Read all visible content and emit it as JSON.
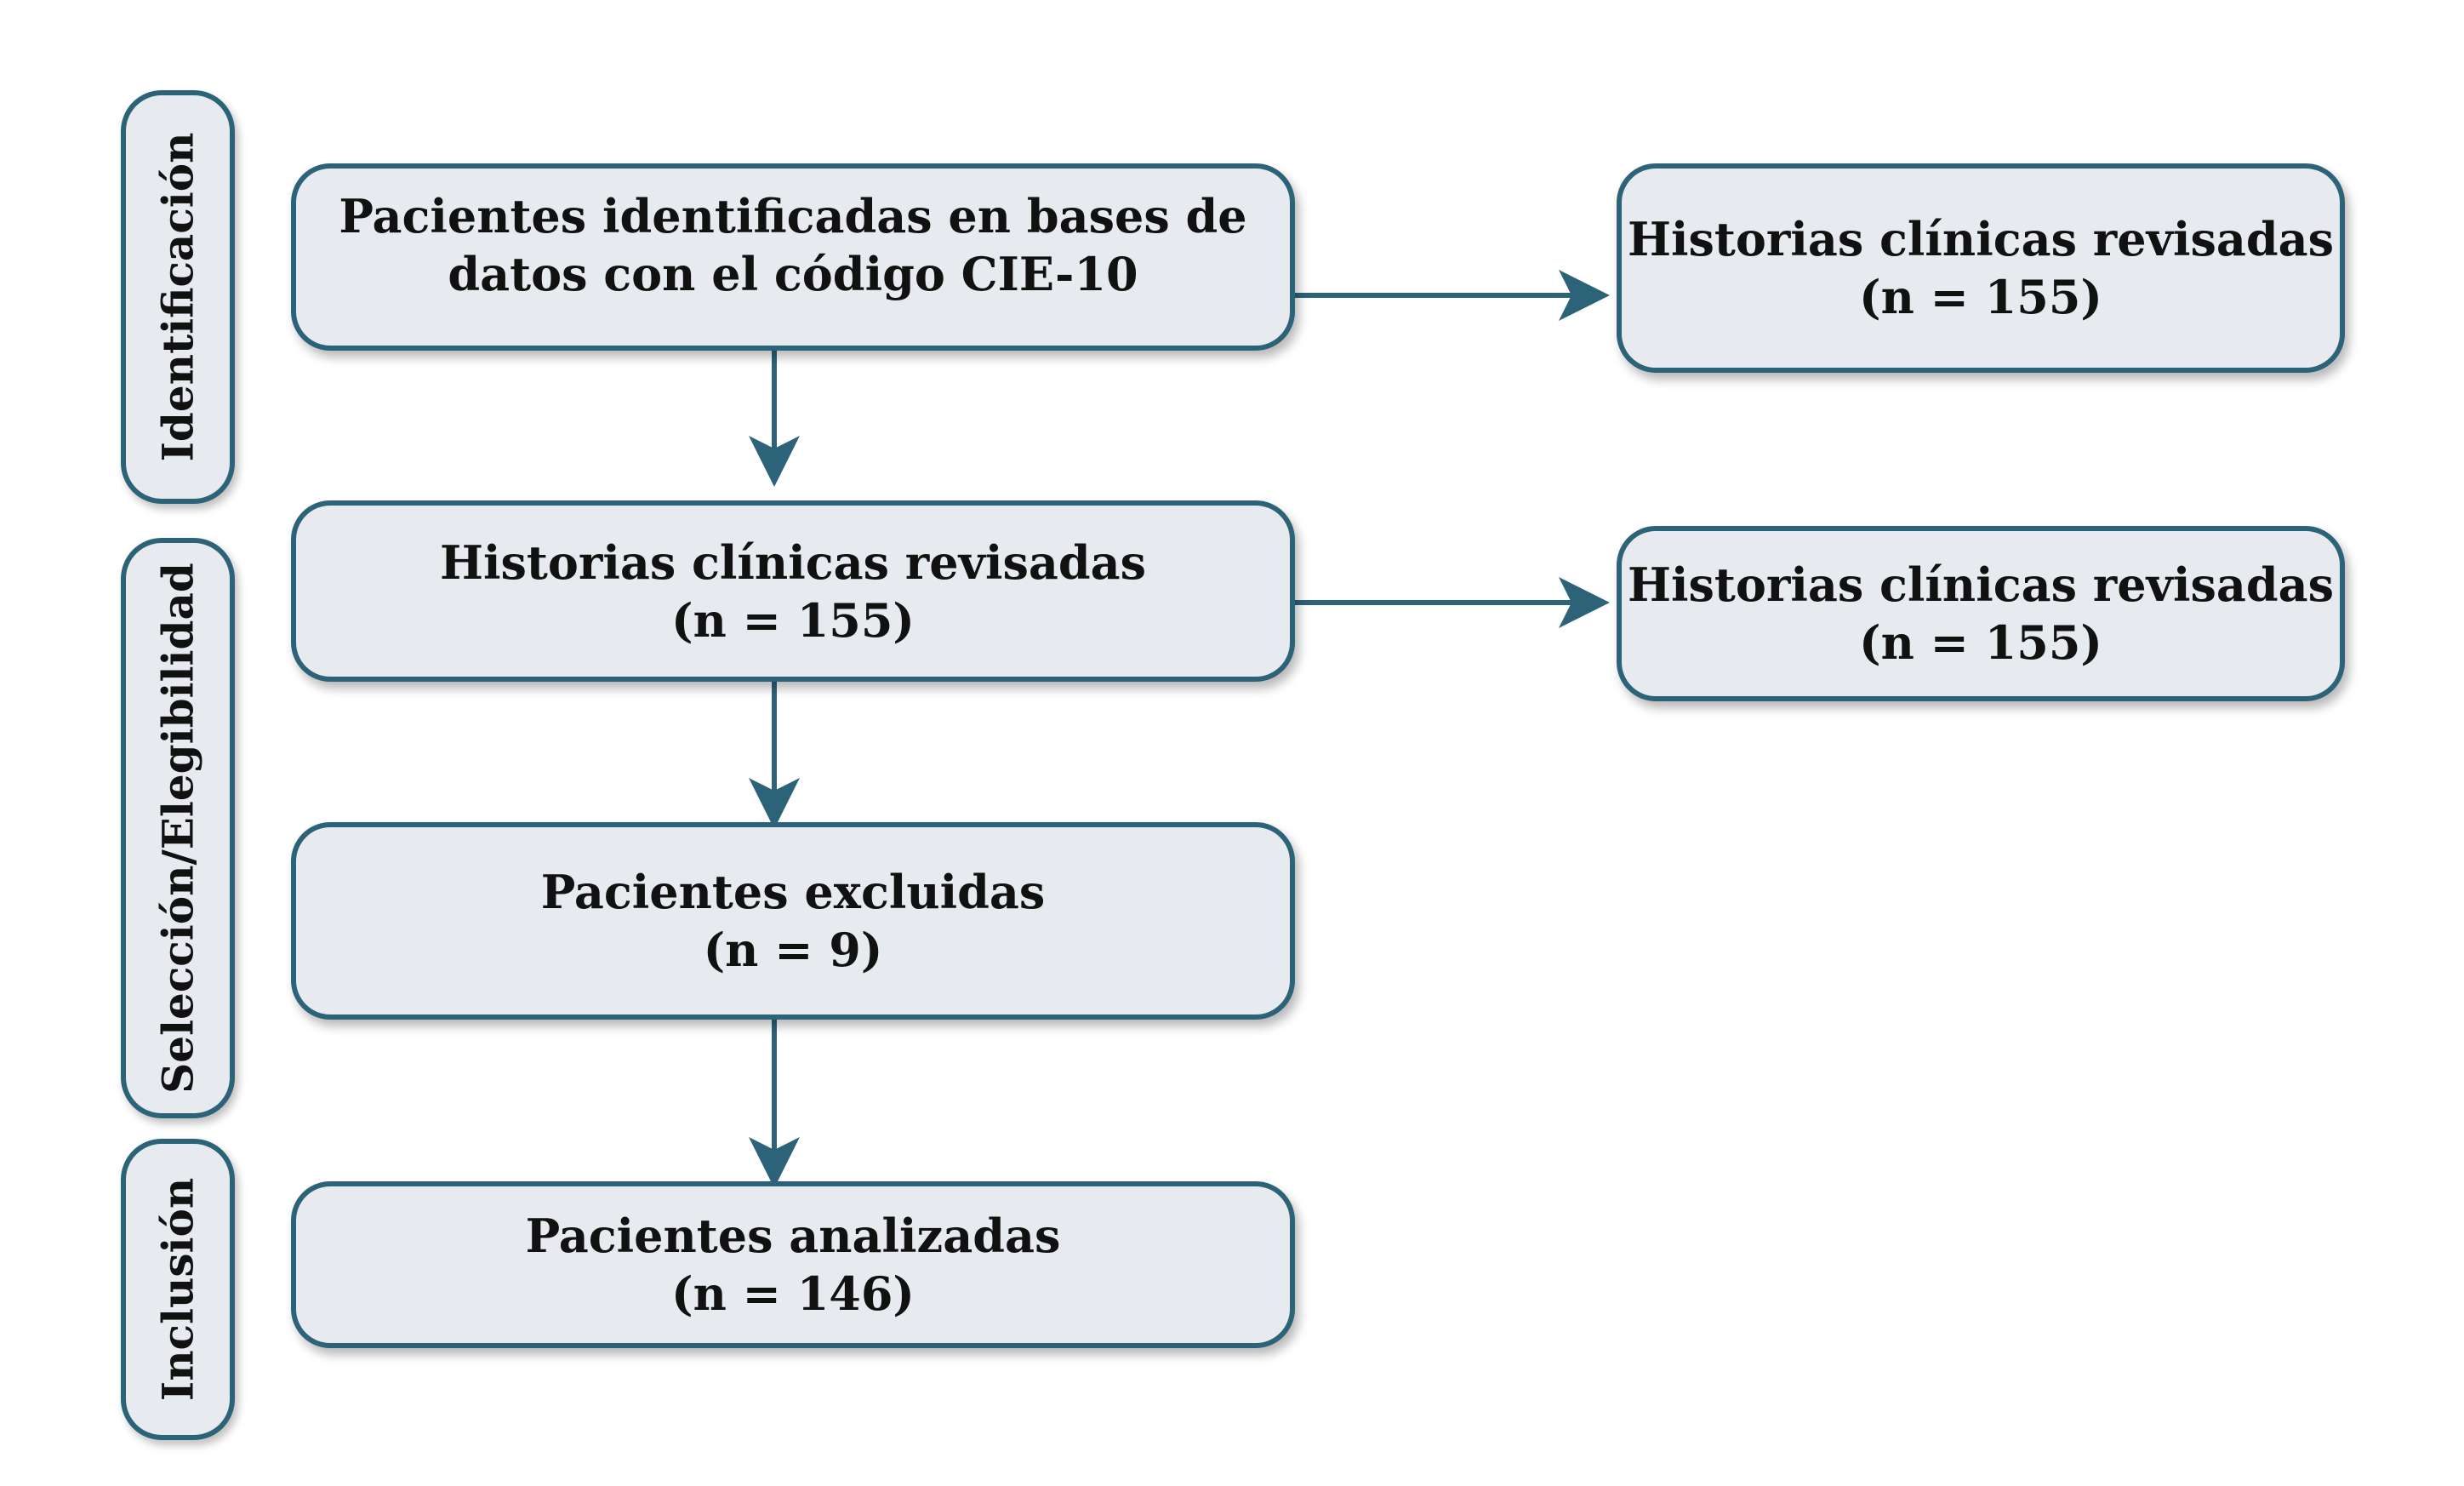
{
  "colors": {
    "border": "#2d6378",
    "fill": "#e7eaee",
    "arrow": "#2d6378",
    "text": "#111111"
  },
  "stages": [
    {
      "label": "Identificación"
    },
    {
      "label": "Selección/Elegibilidad"
    },
    {
      "label": "Inclusión"
    }
  ],
  "boxes": {
    "identified": {
      "line1": "Pacientes identificadas en bases de",
      "line2": "datos con el código CIE-10"
    },
    "identified_side": {
      "line1": "Historias clínicas revisadas",
      "line2": "(n = 155)"
    },
    "reviewed": {
      "line1": "Historias clínicas revisadas",
      "line2": "(n = 155)"
    },
    "reviewed_side": {
      "line1": "Historias clínicas revisadas",
      "line2": "(n = 155)"
    },
    "excluded": {
      "line1": "Pacientes excluidas",
      "line2": "(n = 9)"
    },
    "analyzed": {
      "line1": "Pacientes analizadas",
      "line2": "(n = 146)"
    }
  }
}
